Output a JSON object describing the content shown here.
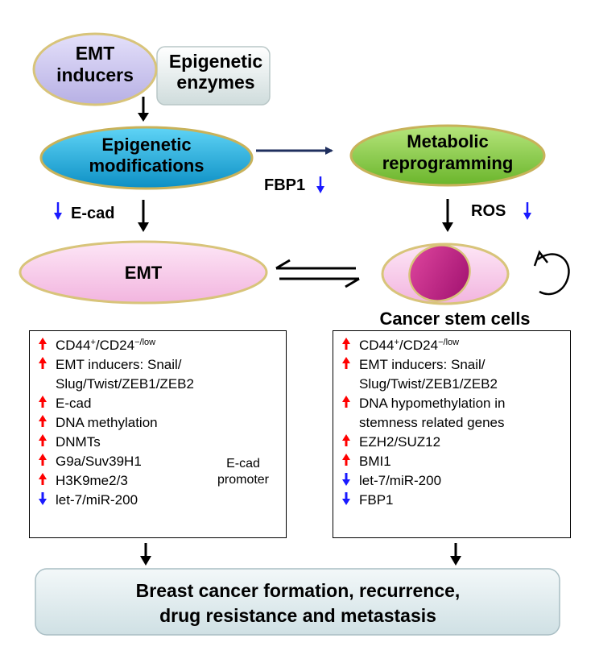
{
  "nodes": {
    "emt_inducers": [
      "EMT",
      "inducers"
    ],
    "epigenetic_enzymes": [
      "Epigenetic",
      "enzymes"
    ],
    "epigenetic_modifications": [
      "Epigenetic",
      "modifications"
    ],
    "metabolic_reprogramming": [
      "Metabolic",
      "reprogramming"
    ],
    "emt": "EMT",
    "cancer_stem_cells": "Cancer stem cells",
    "outcome": [
      "Breast cancer formation, recurrence,",
      "drug resistance and metastasis"
    ]
  },
  "edge_labels": {
    "fbp1": "FBP1",
    "ecad": "E-cad",
    "ros": "ROS"
  },
  "left_box": {
    "items": [
      {
        "dir": "up",
        "base": "CD44",
        "sup1": "+",
        "mid": "/CD24",
        "sup2": "−/low"
      },
      {
        "dir": "up",
        "text": "EMT inducers: Snail/"
      },
      {
        "dir": "",
        "text": "Slug/Twist/ZEB1/ZEB2"
      },
      {
        "dir": "up",
        "text": "E-cad"
      },
      {
        "dir": "up",
        "text": "DNA methylation"
      },
      {
        "dir": "up",
        "text": "DNMTs"
      },
      {
        "dir": "up",
        "text": "G9a/Suv39H1"
      },
      {
        "dir": "up",
        "text": "H3K9me2/3"
      },
      {
        "dir": "down",
        "text": "let-7/miR-200"
      }
    ],
    "promoter_label": [
      "E-cad",
      "promoter"
    ]
  },
  "right_box": {
    "items": [
      {
        "dir": "up",
        "base": "CD44",
        "sup1": "+",
        "mid": "/CD24",
        "sup2": "−/low"
      },
      {
        "dir": "up",
        "text": "EMT inducers: Snail/"
      },
      {
        "dir": "",
        "text": "Slug/Twist/ZEB1/ZEB2"
      },
      {
        "dir": "up",
        "text": "DNA hypomethylation in"
      },
      {
        "dir": "",
        "text": "stemness related genes"
      },
      {
        "dir": "up",
        "text": "EZH2/SUZ12"
      },
      {
        "dir": "up",
        "text": "BMI1"
      },
      {
        "dir": "down",
        "text": "let-7/miR-200"
      },
      {
        "dir": "down",
        "text": "FBP1"
      }
    ]
  },
  "colors": {
    "up_arrow": "#ff0000",
    "down_arrow": "#1a1aff",
    "emt_inducers_fill": "#c9c4ee",
    "epigenetic_mod_fill": "#19b6e6",
    "metabolic_fill": "#8fd04a",
    "emt_fill": "#f7c9ea",
    "stem_nucleus": "#c21f8c",
    "outcome_fill": "#e4eef1"
  }
}
